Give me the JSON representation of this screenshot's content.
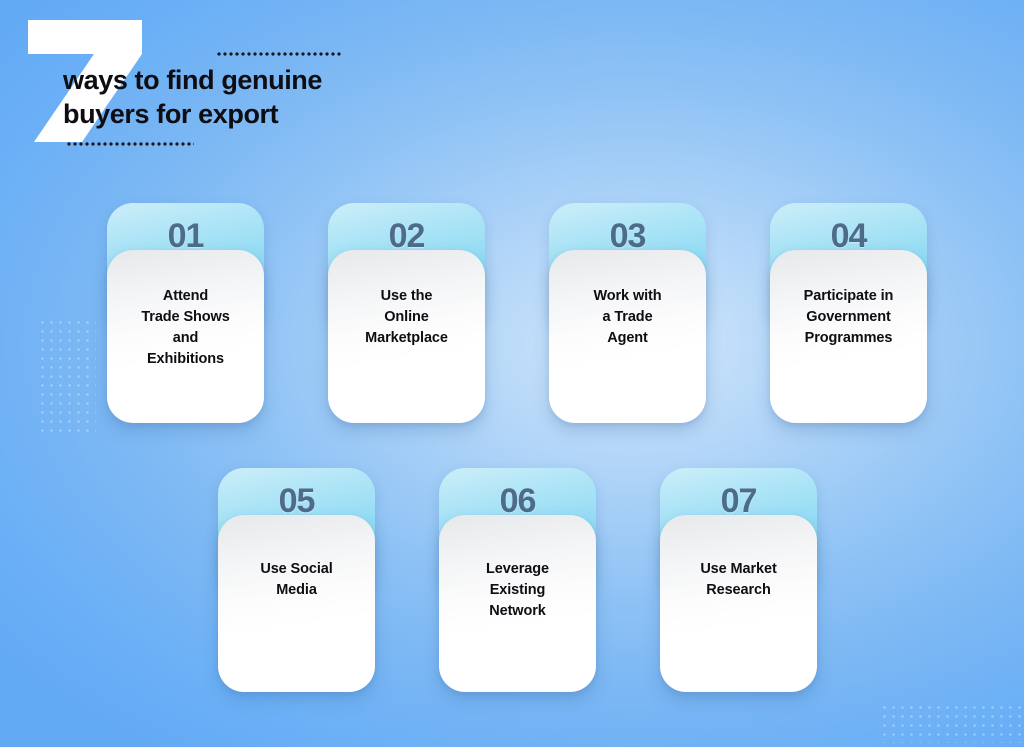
{
  "header": {
    "big_number": "7",
    "title_line_1": "ways to find genuine",
    "title_line_2": "buyers for export",
    "rule_top": "dotted-rule",
    "rule_bottom": "dotted-rule"
  },
  "theme": {
    "background_blue": "#79b6f4",
    "background_light": "#cfe4fa",
    "card_top_cyan": "#93dcf4",
    "card_front_white": "#ffffff",
    "number_color": "#4e6c88",
    "text_color": "#0e0e13",
    "title_color": "#0d0d12",
    "seven_color": "#ffffff"
  },
  "cards": [
    {
      "number": "01",
      "label": "Attend\nTrade Shows\nand\nExhibitions"
    },
    {
      "number": "02",
      "label": "Use the\nOnline\nMarketplace"
    },
    {
      "number": "03",
      "label": "Work with\na Trade\nAgent"
    },
    {
      "number": "04",
      "label": "Participate in\nGovernment\nProgrammes"
    },
    {
      "number": "05",
      "label": "Use Social\nMedia"
    },
    {
      "number": "06",
      "label": "Leverage\nExisting\nNetwork"
    },
    {
      "number": "07",
      "label": "Use Market\nResearch"
    }
  ],
  "decorations": {
    "dots_left": "dot-grid-pattern",
    "dots_bottom_right": "dot-grid-pattern"
  }
}
